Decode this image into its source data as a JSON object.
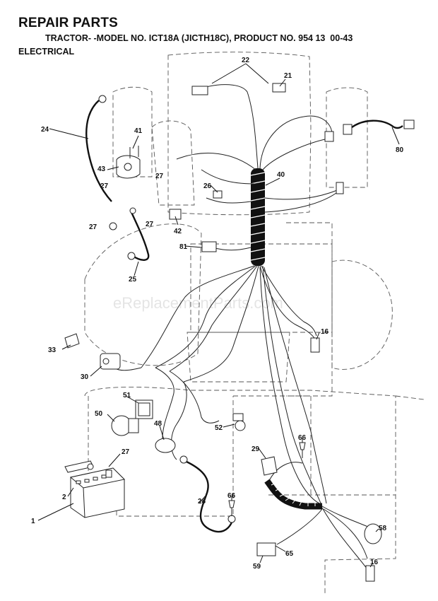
{
  "header": {
    "title": "REPAIR PARTS",
    "model_line": "TRACTOR- -MODEL NO. ICT18A (JICTH18C), PRODUCT NO. 954 13  00-43",
    "section": "ELECTRICAL"
  },
  "watermark": "eReplacementParts.com",
  "callouts": {
    "c22": "22",
    "c21": "21",
    "c80": "80",
    "c24": "24",
    "c41": "41",
    "c43": "43",
    "c27a": "27",
    "c27b": "27",
    "c27c": "27",
    "c27d": "27",
    "c27e": "27",
    "c40": "40",
    "c26": "26",
    "c42": "42",
    "c81": "81",
    "c25": "25",
    "c16a": "16",
    "c16b": "16",
    "c33": "33",
    "c30": "30",
    "c51": "51",
    "c50": "50",
    "c48": "48",
    "c52": "52",
    "c66a": "66",
    "c66b": "66",
    "c29": "29",
    "c2": "2",
    "c1": "1",
    "c28": "28",
    "c58": "58",
    "c59": "59",
    "c65": "65"
  }
}
